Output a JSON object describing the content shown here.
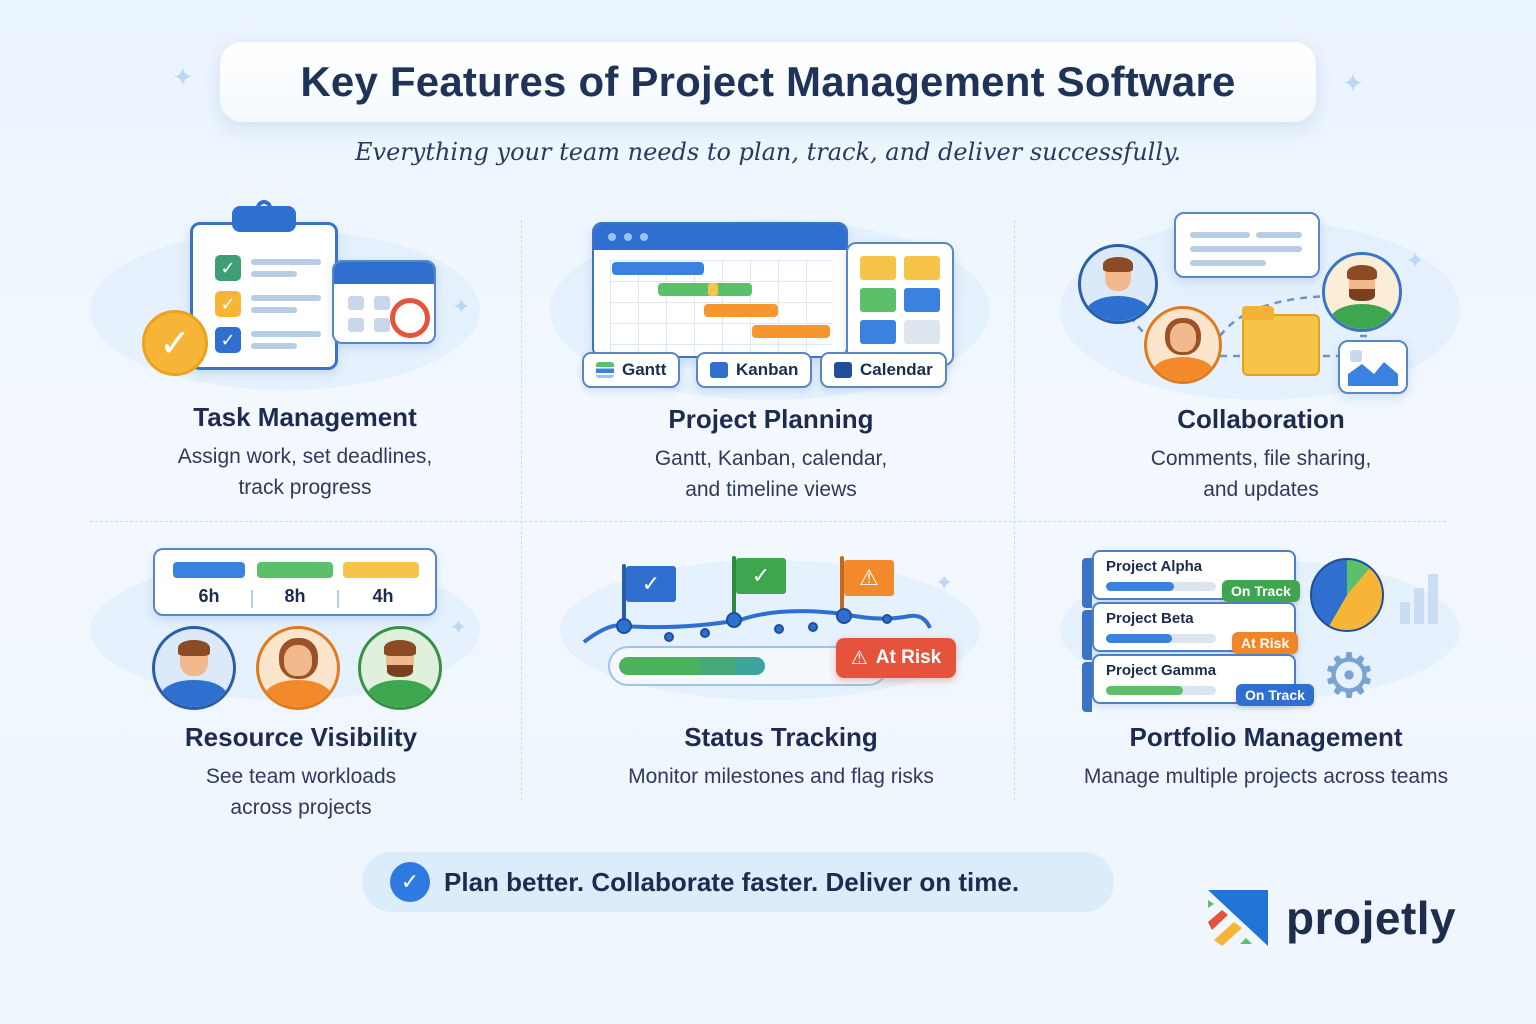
{
  "header": {
    "title": "Key Features of Project Management Software",
    "subtitle": "Everything your team needs to plan, track, and deliver successfully."
  },
  "features": [
    {
      "title": "Task Management",
      "desc_line1": "Assign work, set deadlines,",
      "desc_line2": "track progress",
      "icon": "clipboard-checklist-calendar"
    },
    {
      "title": "Project Planning",
      "desc_line1": "Gantt, Kanban, calendar,",
      "desc_line2": "and timeline views",
      "icon": "gantt-kanban-window",
      "views": [
        {
          "label": "Gantt",
          "icon": "gantt-icon"
        },
        {
          "label": "Kanban",
          "icon": "kanban-icon"
        },
        {
          "label": "Calendar",
          "icon": "calendar-icon"
        }
      ]
    },
    {
      "title": "Collaboration",
      "desc_line1": "Comments, file sharing,",
      "desc_line2": "and updates",
      "icon": "people-chat-folder"
    },
    {
      "title": "Resource Visibility",
      "desc_line1": "See team workloads",
      "desc_line2": "across projects",
      "icon": "workload-avatars",
      "workloads": [
        {
          "hours": "6h",
          "color": "#3b82e0"
        },
        {
          "hours": "8h",
          "color": "#5cbf6a"
        },
        {
          "hours": "4h",
          "color": "#f7c44a"
        }
      ]
    },
    {
      "title": "Status Tracking",
      "desc_line1": "Monitor milestones and flag risks",
      "desc_line2": "",
      "icon": "milestone-flags",
      "status_badge": "At Risk"
    },
    {
      "title": "Portfolio Management",
      "desc_line1": "Manage multiple projects across teams",
      "desc_line2": "",
      "icon": "project-portfolio",
      "projects": [
        {
          "name": "Project Alpha",
          "status": "On Track",
          "status_color": "#3fa650",
          "progress": 62,
          "bar_color": "#3b82e0"
        },
        {
          "name": "Project Beta",
          "status": "At Risk",
          "status_color": "#f0862a",
          "progress": 60,
          "bar_color": "#3b82e0"
        },
        {
          "name": "Project Gamma",
          "status": "On Track",
          "status_color": "#2f6fd0",
          "progress": 70,
          "bar_color": "#5cbf6a"
        }
      ]
    }
  ],
  "footer": {
    "tagline": "Plan better. Collaborate faster. Deliver on time.",
    "brand": "projetly"
  },
  "colors": {
    "primary_blue": "#2f6fd0",
    "green": "#3fa650",
    "orange": "#f0862a",
    "yellow": "#f7c44a",
    "red": "#e5533d",
    "text_dark": "#1d2b4f"
  }
}
